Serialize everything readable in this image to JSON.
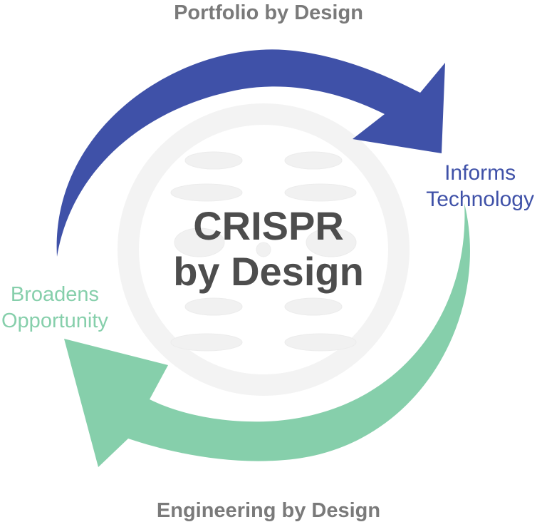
{
  "diagram": {
    "top_label": "Portfolio by Design",
    "bottom_label": "Engineering by Design",
    "right_label": {
      "line1": "Informs",
      "line2": "Technology"
    },
    "left_label": {
      "line1": "Broadens",
      "line2": "Opportunity"
    },
    "center": {
      "line1": "CRISPR",
      "line2": "by Design"
    },
    "colors": {
      "top_arrow": "#3f51a8",
      "bottom_arrow": "#86cfab",
      "center_text": "#4d4d4d",
      "section_label": "#7a7a7a",
      "watermark": "#f0f0f0"
    },
    "icons": [
      "dna-watermark-icon",
      "cycle-arrow-blue-icon",
      "cycle-arrow-green-icon"
    ]
  }
}
